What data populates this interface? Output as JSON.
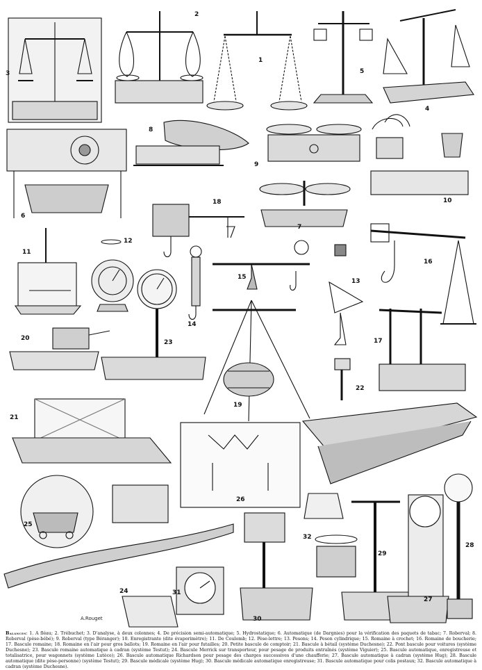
{
  "plate": {
    "figure_numbers": [
      "1",
      "2",
      "3",
      "4",
      "5",
      "6",
      "7",
      "8",
      "9",
      "10",
      "11",
      "12",
      "13",
      "14",
      "15",
      "16",
      "17",
      "18",
      "19",
      "20",
      "21",
      "22",
      "23",
      "24",
      "25",
      "26",
      "27",
      "28",
      "29",
      "30",
      "31",
      "32"
    ],
    "signature": "A.Rouget"
  },
  "caption": {
    "heading": "Balances",
    "text": ": 1. A fléau; 2. Trébuchet; 3. D'analyse, à deux colonnes; 4. De précision semi-automatique; 5. Hydrostatique; 6. Automatique (de Dargnies) pour la vérification des paquets de tabac; 7. Roberval; 8. Roberval (pèse-bébé); 9. Roberval (type Béranger); 10. Enregistrante (dite évaporimètre); 11. De Coulomb; 12. Pèse-lettre; 13. Pesons; 14. Peson cylindrique; 15. Romaine à crochet; 16. Romaine de boucherie; 17. Bascule romaine; 18. Romaine en l'air pour gros ballots; 19. Romaine en l'air pour futailles; 20. Petite bascule de comptoir; 21. Bascule à bétail (système Duchesne); 22. Pont bascule pour voitures (système Duchesne); 23. Bascule romaine automatique à cadran (système Testut); 24. Bascule Merrick sur transporteur, pour pesage de produits entraînés (système Viguier); 25. Bascule automatique, enregistreuse et totalisatrice, pour wagonnets (système Lutèce); 26. Bascule automatique Richardson pour pesage des charges successives d'une chaufferie; 27. Bascule automatique à cadran (système Hug); 28. Bascule automatique (dite pèse-personne) (système Testut); 29. Bascule médicale (système Hug); 30. Bascule médicale automatique enregistreuse; 31. Bascule automatique pour colis postaux; 32. Bascule automatique à cadran (système Duchesne)."
  }
}
